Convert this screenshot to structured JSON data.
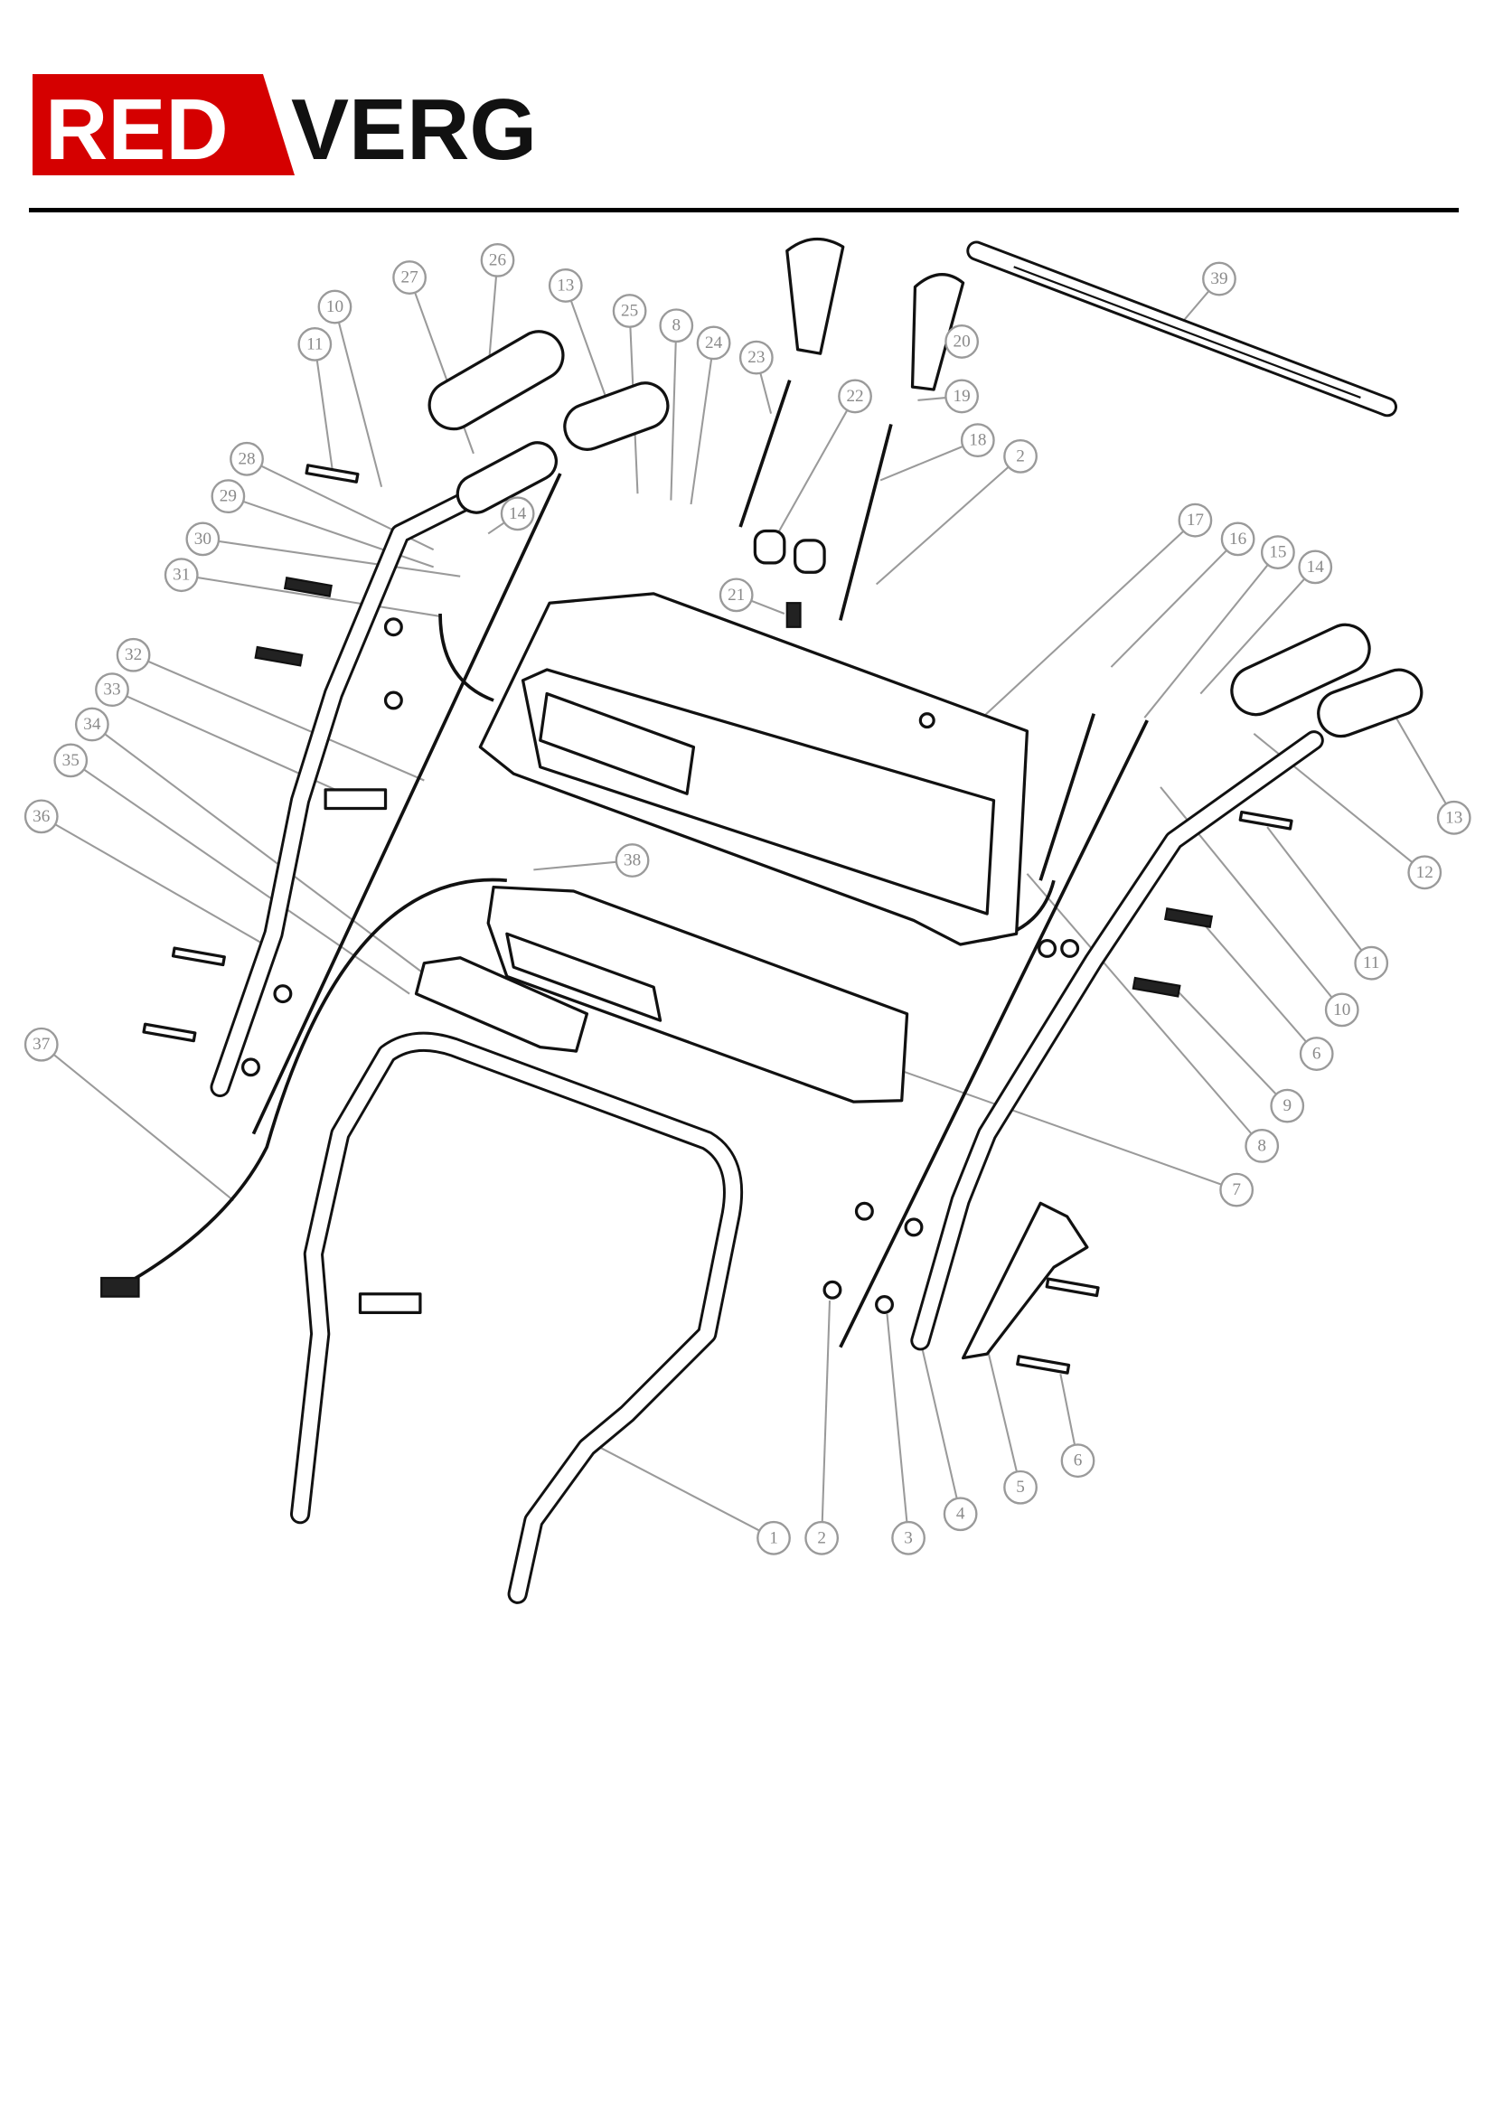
{
  "brand": {
    "logo_text_left": "RED",
    "logo_text_right": "VERG",
    "logo_red": "#d50000",
    "logo_black": "#111111"
  },
  "callouts": [
    "26",
    "27",
    "13",
    "25",
    "8",
    "24",
    "23",
    "10",
    "11",
    "20",
    "19",
    "22",
    "18",
    "2",
    "39",
    "28",
    "29",
    "30",
    "31",
    "14",
    "21",
    "17",
    "16",
    "15",
    "14",
    "32",
    "33",
    "34",
    "35",
    "36",
    "38",
    "13",
    "12",
    "11",
    "10",
    "6",
    "9",
    "8",
    "7",
    "37",
    "1",
    "2",
    "3",
    "4",
    "5",
    "6"
  ]
}
